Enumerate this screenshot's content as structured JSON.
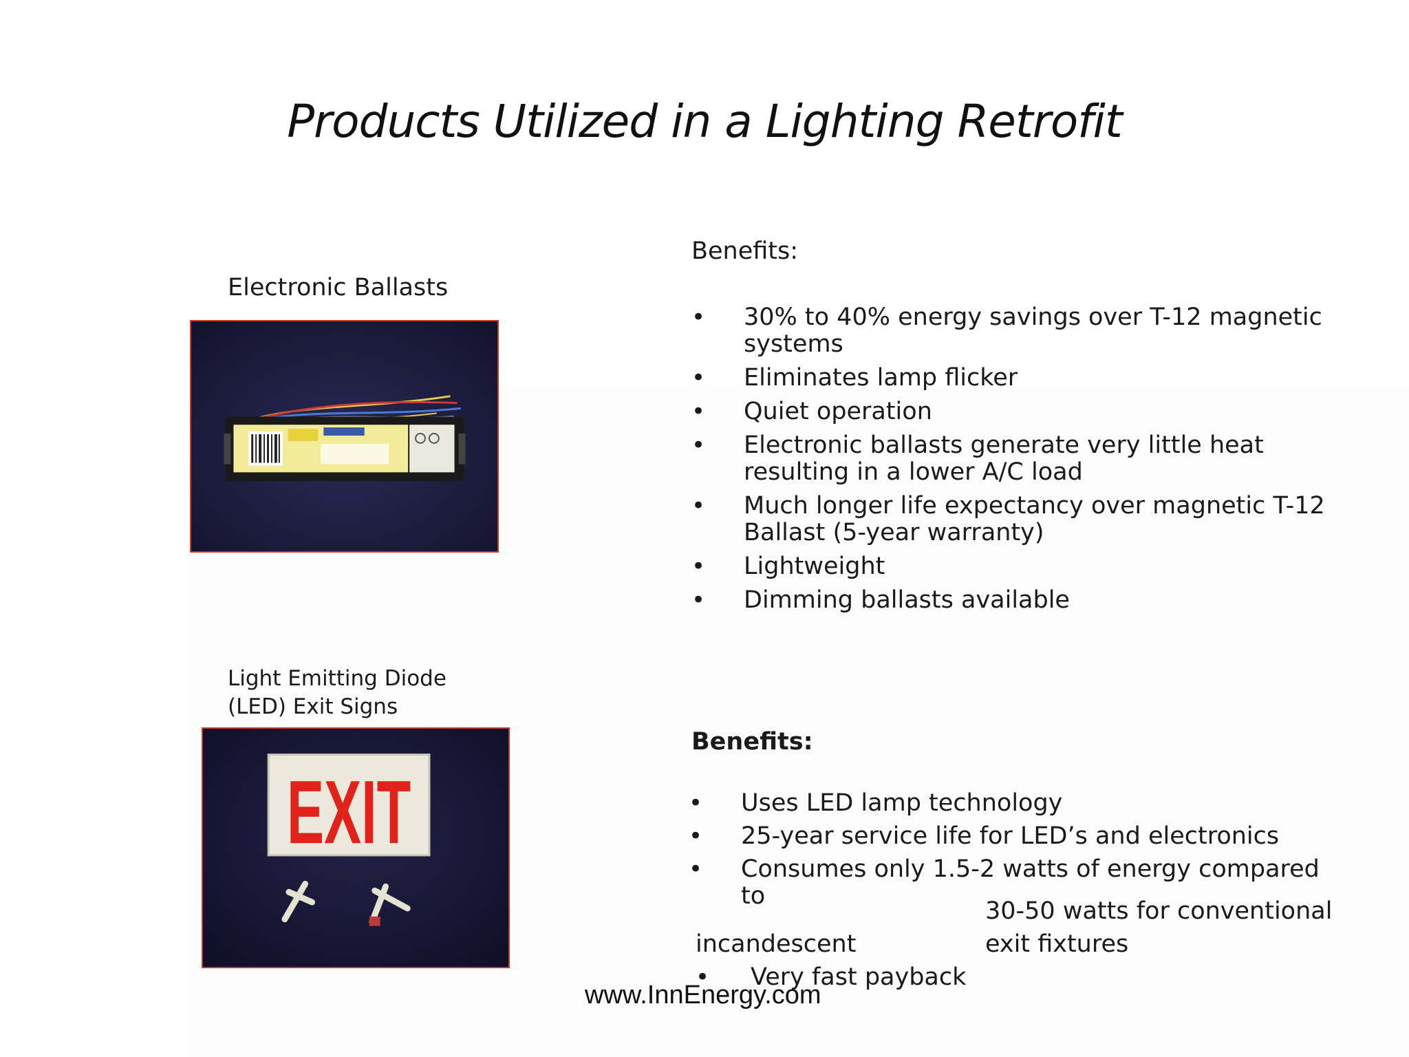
{
  "title": "Products Utilized in a Lighting Retrofit",
  "ballasts": {
    "label": "Electronic Ballasts",
    "benefits_heading": "Benefits:",
    "benefits": [
      "30% to 40% energy savings over T-12 magnetic systems",
      "Eliminates lamp flicker",
      "Quiet operation",
      "Electronic ballasts generate very little heat resulting in a lower A/C load",
      "Much longer life expectancy over magnetic T-12 Ballast  (5-year warranty)",
      "Lightweight",
      "Dimming ballasts available"
    ]
  },
  "exit_signs": {
    "label_line1": "Light Emitting Diode",
    "label_line2": "(LED) Exit Signs",
    "sign_text": "EXIT",
    "benefits_heading": "Benefits:",
    "benefits": [
      "Uses LED lamp technology",
      "25-year service life for LED’s and electronics",
      "Consumes only 1.5-2 watts of energy compared to"
    ],
    "continuation_line1": "30-50 watts for conventional",
    "continuation_left": "incandescent",
    "continuation_right": "exit fixtures",
    "last_benefit": "Very fast payback"
  },
  "footer": "www.InnEnergy.com",
  "bullet_glyph": "•",
  "colors": {
    "photo_border": "#c83a2a",
    "exit_red": "#e0221a",
    "photo_background": "#1b1a3c"
  }
}
